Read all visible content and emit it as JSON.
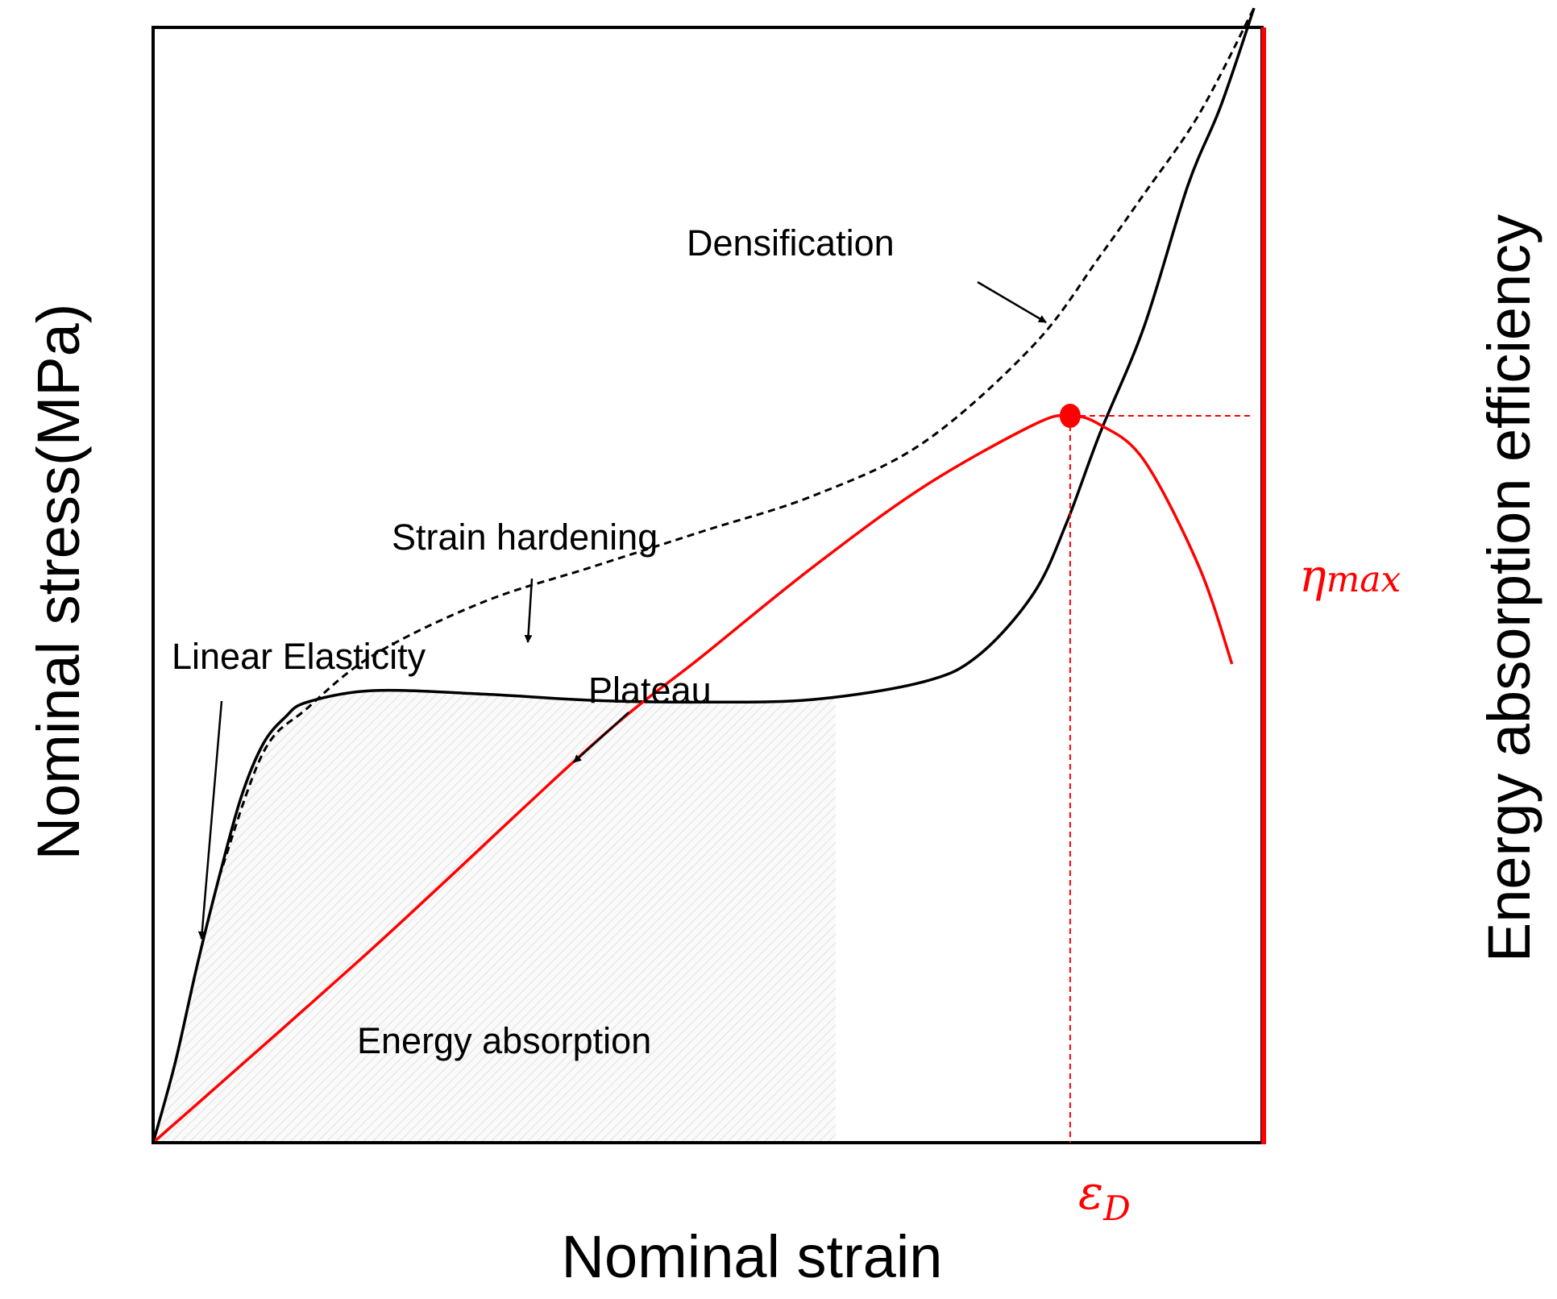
{
  "chart_data": {
    "type": "line",
    "title": "",
    "xlabel": "Nominal strain",
    "ylabel": "Nominal stress(MPa)",
    "ylabel_right": "Energy absorption efficiency",
    "xlim": [
      0,
      1
    ],
    "ylim": [
      0,
      1
    ],
    "grid": false,
    "ticks_shown": false,
    "series": [
      {
        "name": "",
        "role": "stress-strain curve (solid)",
        "color": "#000000",
        "style": "solid",
        "x": [
          0,
          0.02,
          0.04,
          0.06,
          0.08,
          0.1,
          0.12,
          0.14,
          0.2,
          0.3,
          0.4,
          0.5,
          0.6,
          0.7,
          0.75,
          0.8,
          0.83,
          0.86,
          0.9,
          0.94,
          0.97,
          1.0
        ],
        "y": [
          0,
          0.09,
          0.2,
          0.3,
          0.39,
          0.45,
          0.48,
          0.497,
          0.51,
          0.506,
          0.499,
          0.497,
          0.5,
          0.52,
          0.55,
          0.62,
          0.7,
          0.8,
          0.92,
          1.08,
          1.17,
          1.28
        ]
      },
      {
        "name": "",
        "role": "strain hardening curve (dashed)",
        "color": "#000000",
        "style": "dashed",
        "x": [
          0.06,
          0.1,
          0.14,
          0.2,
          0.3,
          0.4,
          0.5,
          0.6,
          0.7,
          0.8,
          0.86,
          0.9,
          0.95,
          1.0
        ],
        "y": [
          0.3,
          0.44,
          0.49,
          0.55,
          0.61,
          0.65,
          0.69,
          0.73,
          0.79,
          0.9,
          1.0,
          1.07,
          1.16,
          1.28
        ]
      },
      {
        "name": "",
        "role": "energy absorption efficiency (right axis)",
        "color": "#ff0000",
        "style": "solid",
        "x": [
          0,
          0.2,
          0.4,
          0.5,
          0.6,
          0.7,
          0.8,
          0.833,
          0.86,
          0.9,
          0.95,
          0.98
        ],
        "y": [
          0,
          0.22,
          0.45,
          0.55,
          0.65,
          0.74,
          0.81,
          0.82,
          0.81,
          0.77,
          0.65,
          0.54
        ]
      }
    ],
    "shaded_region": {
      "label": "Energy absorption",
      "x": [
        0,
        0.62
      ]
    },
    "markers": [
      {
        "label": "ηmax",
        "label_base": "η",
        "label_sub": "max",
        "x": 0.833,
        "y": 0.82,
        "color": "#ff0000"
      },
      {
        "label": "εD",
        "label_base": "ε",
        "label_sub": "D",
        "x": 0.833,
        "color": "#ff0000"
      }
    ],
    "annotations": [
      "Densification",
      "Strain hardening",
      "Linear Elasticity",
      "Plateau",
      "Energy absorption"
    ]
  }
}
